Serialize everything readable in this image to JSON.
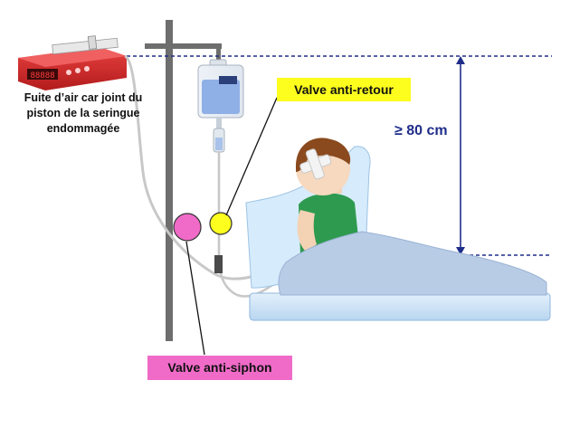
{
  "labels": {
    "pump_note_lines": [
      "Fuite d’air car joint du",
      "piston de la seringue",
      "endommagée"
    ],
    "valve_antiretour": "Valve anti-retour",
    "valve_antisiphon": "Valve anti-siphon",
    "height": "≥ 80 cm"
  },
  "pump": {
    "display_text": "88888"
  },
  "colors": {
    "valve_antiretour": "#fdfd1e",
    "valve_antisiphon": "#f06bc8",
    "pump_body": "#d42b2b",
    "iv_bag_fluid": "#8fb0e6",
    "bed": "#c7dff5",
    "blanket": "#b8cce6",
    "pillow": "#d6ebfb",
    "patient_shirt": "#2e9a4f",
    "patient_hair": "#8a4a1e",
    "dimension": "#1f2d8a"
  },
  "icons": {
    "pump": "syringe-pump-icon",
    "iv_bag": "iv-bag-icon",
    "patient": "patient-in-bed-icon",
    "bandage": "bandage-icon"
  }
}
